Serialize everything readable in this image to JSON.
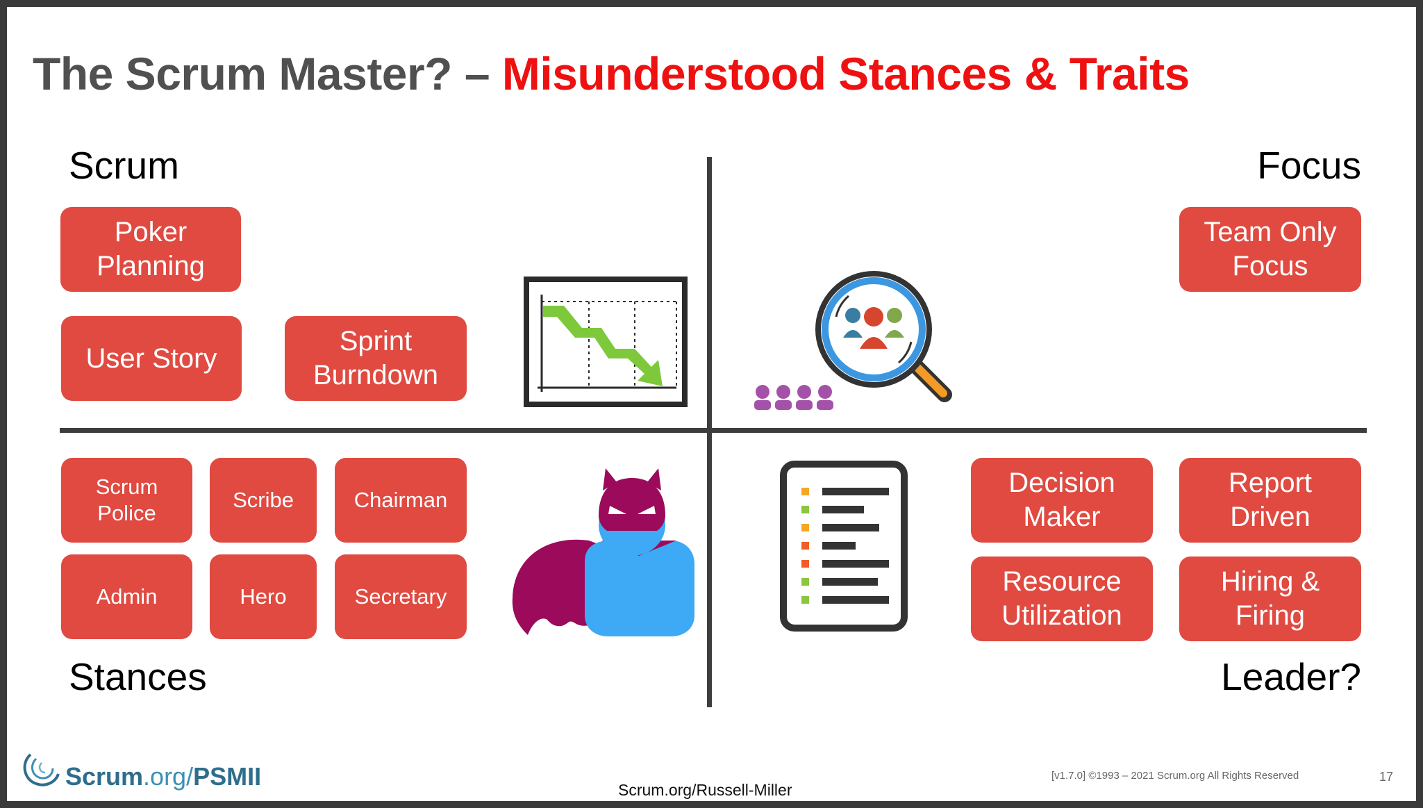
{
  "title": {
    "part1": "The Scrum Master? – ",
    "part2": "Misunderstood Stances & Traits"
  },
  "quadrants": {
    "top_left": {
      "label": "Scrum",
      "items": [
        "Poker\nPlanning",
        "User Story",
        "Sprint\nBurndown"
      ]
    },
    "top_right": {
      "label": "Focus",
      "items": [
        "Team Only\nFocus"
      ]
    },
    "bottom_left": {
      "label": "Stances",
      "items": [
        "Scrum\nPolice",
        "Scribe",
        "Chairman",
        "Admin",
        "Hero",
        "Secretary"
      ]
    },
    "bottom_right": {
      "label": "Leader?",
      "items": [
        "Decision\nMaker",
        "Report\nDriven",
        "Resource\nUtilization",
        "Hiring &\nFiring"
      ]
    }
  },
  "icons": [
    "burndown-chart-icon",
    "team-magnifier-icon",
    "villain-hero-icon",
    "checklist-document-icon",
    "scrum-org-logo-icon"
  ],
  "footer": {
    "logo_main": "Scrum",
    "logo_mid": ".org/",
    "logo_suffix": "PSMII",
    "credit": "Scrum.org/Russell-Miller",
    "copyright": "[v1.7.0] ©1993 – 2021 Scrum.org All Rights Reserved",
    "page": "17"
  },
  "colors": {
    "box": "#e04a41",
    "title_accent": "#ee1111",
    "title_main": "#505050"
  }
}
